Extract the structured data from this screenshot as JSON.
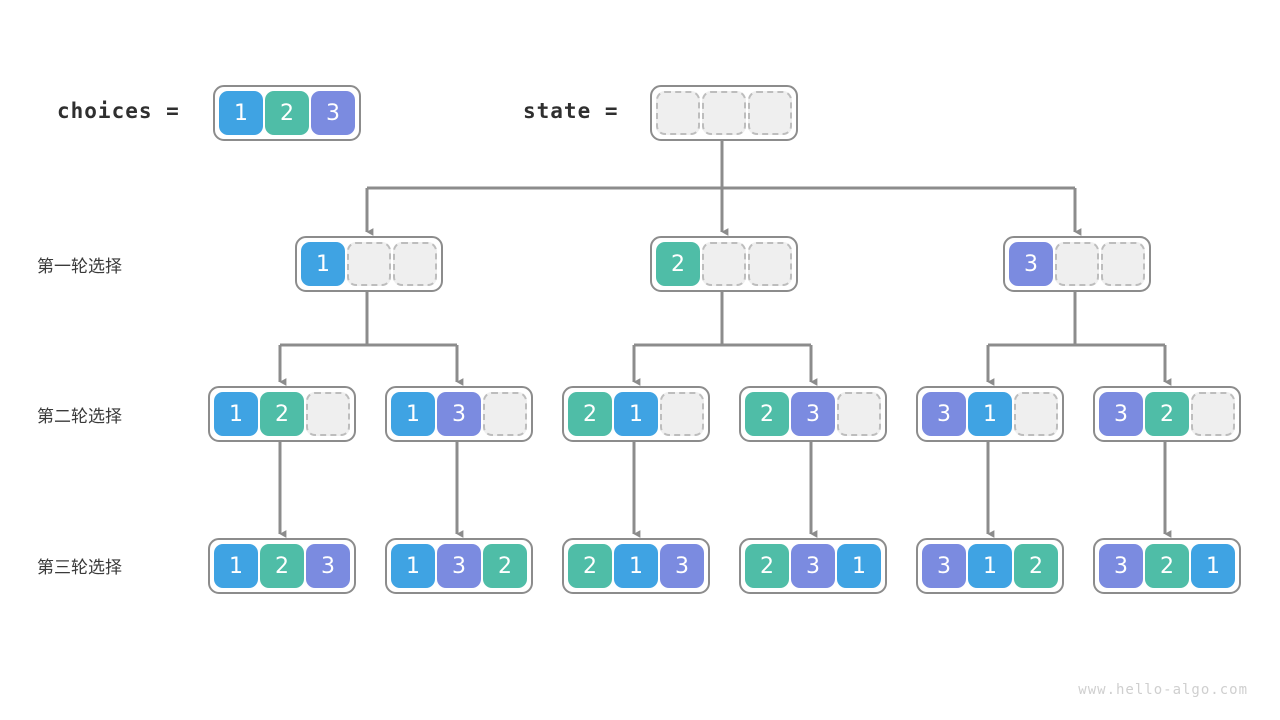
{
  "header": {
    "choices_label": "choices =",
    "choices_values": [
      "1",
      "2",
      "3"
    ],
    "state_label": "state =",
    "state_values": [
      "",
      "",
      ""
    ]
  },
  "rows": [
    {
      "label": "第一轮选择"
    },
    {
      "label": "第二轮选择"
    },
    {
      "label": "第三轮选择"
    }
  ],
  "level1": [
    {
      "values": [
        "1",
        "",
        ""
      ]
    },
    {
      "values": [
        "2",
        "",
        ""
      ]
    },
    {
      "values": [
        "3",
        "",
        ""
      ]
    }
  ],
  "level2": [
    {
      "values": [
        "1",
        "2",
        ""
      ]
    },
    {
      "values": [
        "1",
        "3",
        ""
      ]
    },
    {
      "values": [
        "2",
        "1",
        ""
      ]
    },
    {
      "values": [
        "2",
        "3",
        ""
      ]
    },
    {
      "values": [
        "3",
        "1",
        ""
      ]
    },
    {
      "values": [
        "3",
        "2",
        ""
      ]
    }
  ],
  "level3": [
    {
      "values": [
        "1",
        "2",
        "3"
      ]
    },
    {
      "values": [
        "1",
        "3",
        "2"
      ]
    },
    {
      "values": [
        "2",
        "1",
        "3"
      ]
    },
    {
      "values": [
        "2",
        "3",
        "1"
      ]
    },
    {
      "values": [
        "3",
        "1",
        "2"
      ]
    },
    {
      "values": [
        "3",
        "2",
        "1"
      ]
    }
  ],
  "colors": {
    "blue": "#3fa3e3",
    "green": "#4fbda7",
    "purple": "#7b8be0",
    "empty_fill": "#efefef",
    "empty_border": "#bdbdbd",
    "box_border": "#8c8c8c",
    "edge": "#8c8c8c",
    "text": "#3a3a3a",
    "watermark": "#cfcfcf"
  },
  "watermark": "www.hello-algo.com"
}
